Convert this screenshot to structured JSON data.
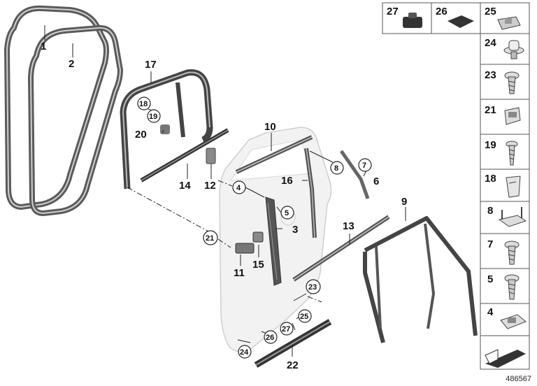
{
  "callouts": {
    "c1": "1",
    "c2": "2",
    "c3": "3",
    "c4": "4",
    "c5": "5",
    "c6": "6",
    "c7": "7",
    "c8": "8",
    "c9": "9",
    "c10": "10",
    "c11": "11",
    "c12": "12",
    "c13": "13",
    "c14": "14",
    "c15": "15",
    "c16": "16",
    "c17": "17",
    "c18": "18",
    "c19": "19",
    "c20": "20",
    "c21": "21",
    "c22": "22",
    "c23": "23",
    "c24": "24",
    "c25": "25",
    "c26": "26",
    "c27": "27"
  },
  "parts_panel": {
    "top_row": [
      "27",
      "26",
      "25"
    ],
    "column": [
      "24",
      "23",
      "21",
      "19",
      "18",
      "8",
      "7",
      "5",
      "4"
    ]
  },
  "doc_id": "486567",
  "colors": {
    "line": "#222222",
    "door_fill": "#f2f2f2",
    "seal": "#4a4a4a",
    "panel_border": "#555555"
  }
}
